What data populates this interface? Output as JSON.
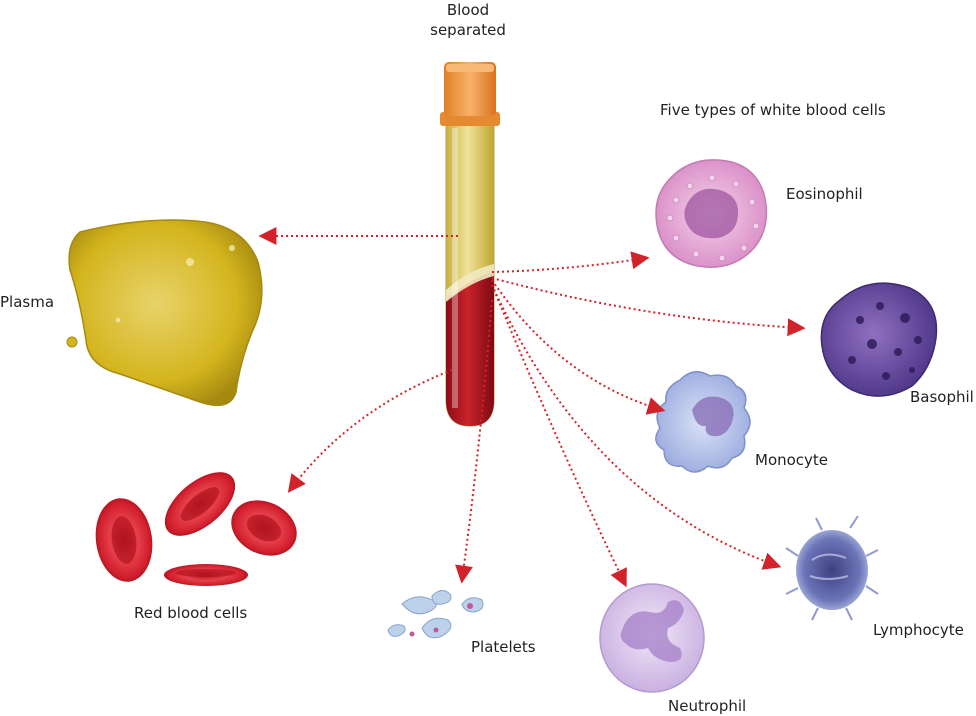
{
  "labels": {
    "title": "Blood separated",
    "white_cells_heading": "Five types of white blood cells",
    "plasma": "Plasma",
    "red_blood_cells": "Red blood cells",
    "platelets": "Platelets",
    "neutrophil": "Neutrophil",
    "lymphocyte": "Lymphocyte",
    "monocyte": "Monocyte",
    "basophil": "Basophil",
    "eosinophil": "Eosinophil"
  },
  "colors": {
    "arrow": "#d2232a",
    "tube_cap": "#f39a43",
    "plasma": "#d6b81c",
    "blood": "#b5121b",
    "rbc": "#d8202f",
    "eosinophil": "#e6a8d6",
    "basophil": "#6b4ca0",
    "monocyte": "#aab8e6",
    "neutrophil": "#d7c4e8",
    "lymphocyte": "#5b63a8",
    "platelet": "#b9cfe8"
  }
}
